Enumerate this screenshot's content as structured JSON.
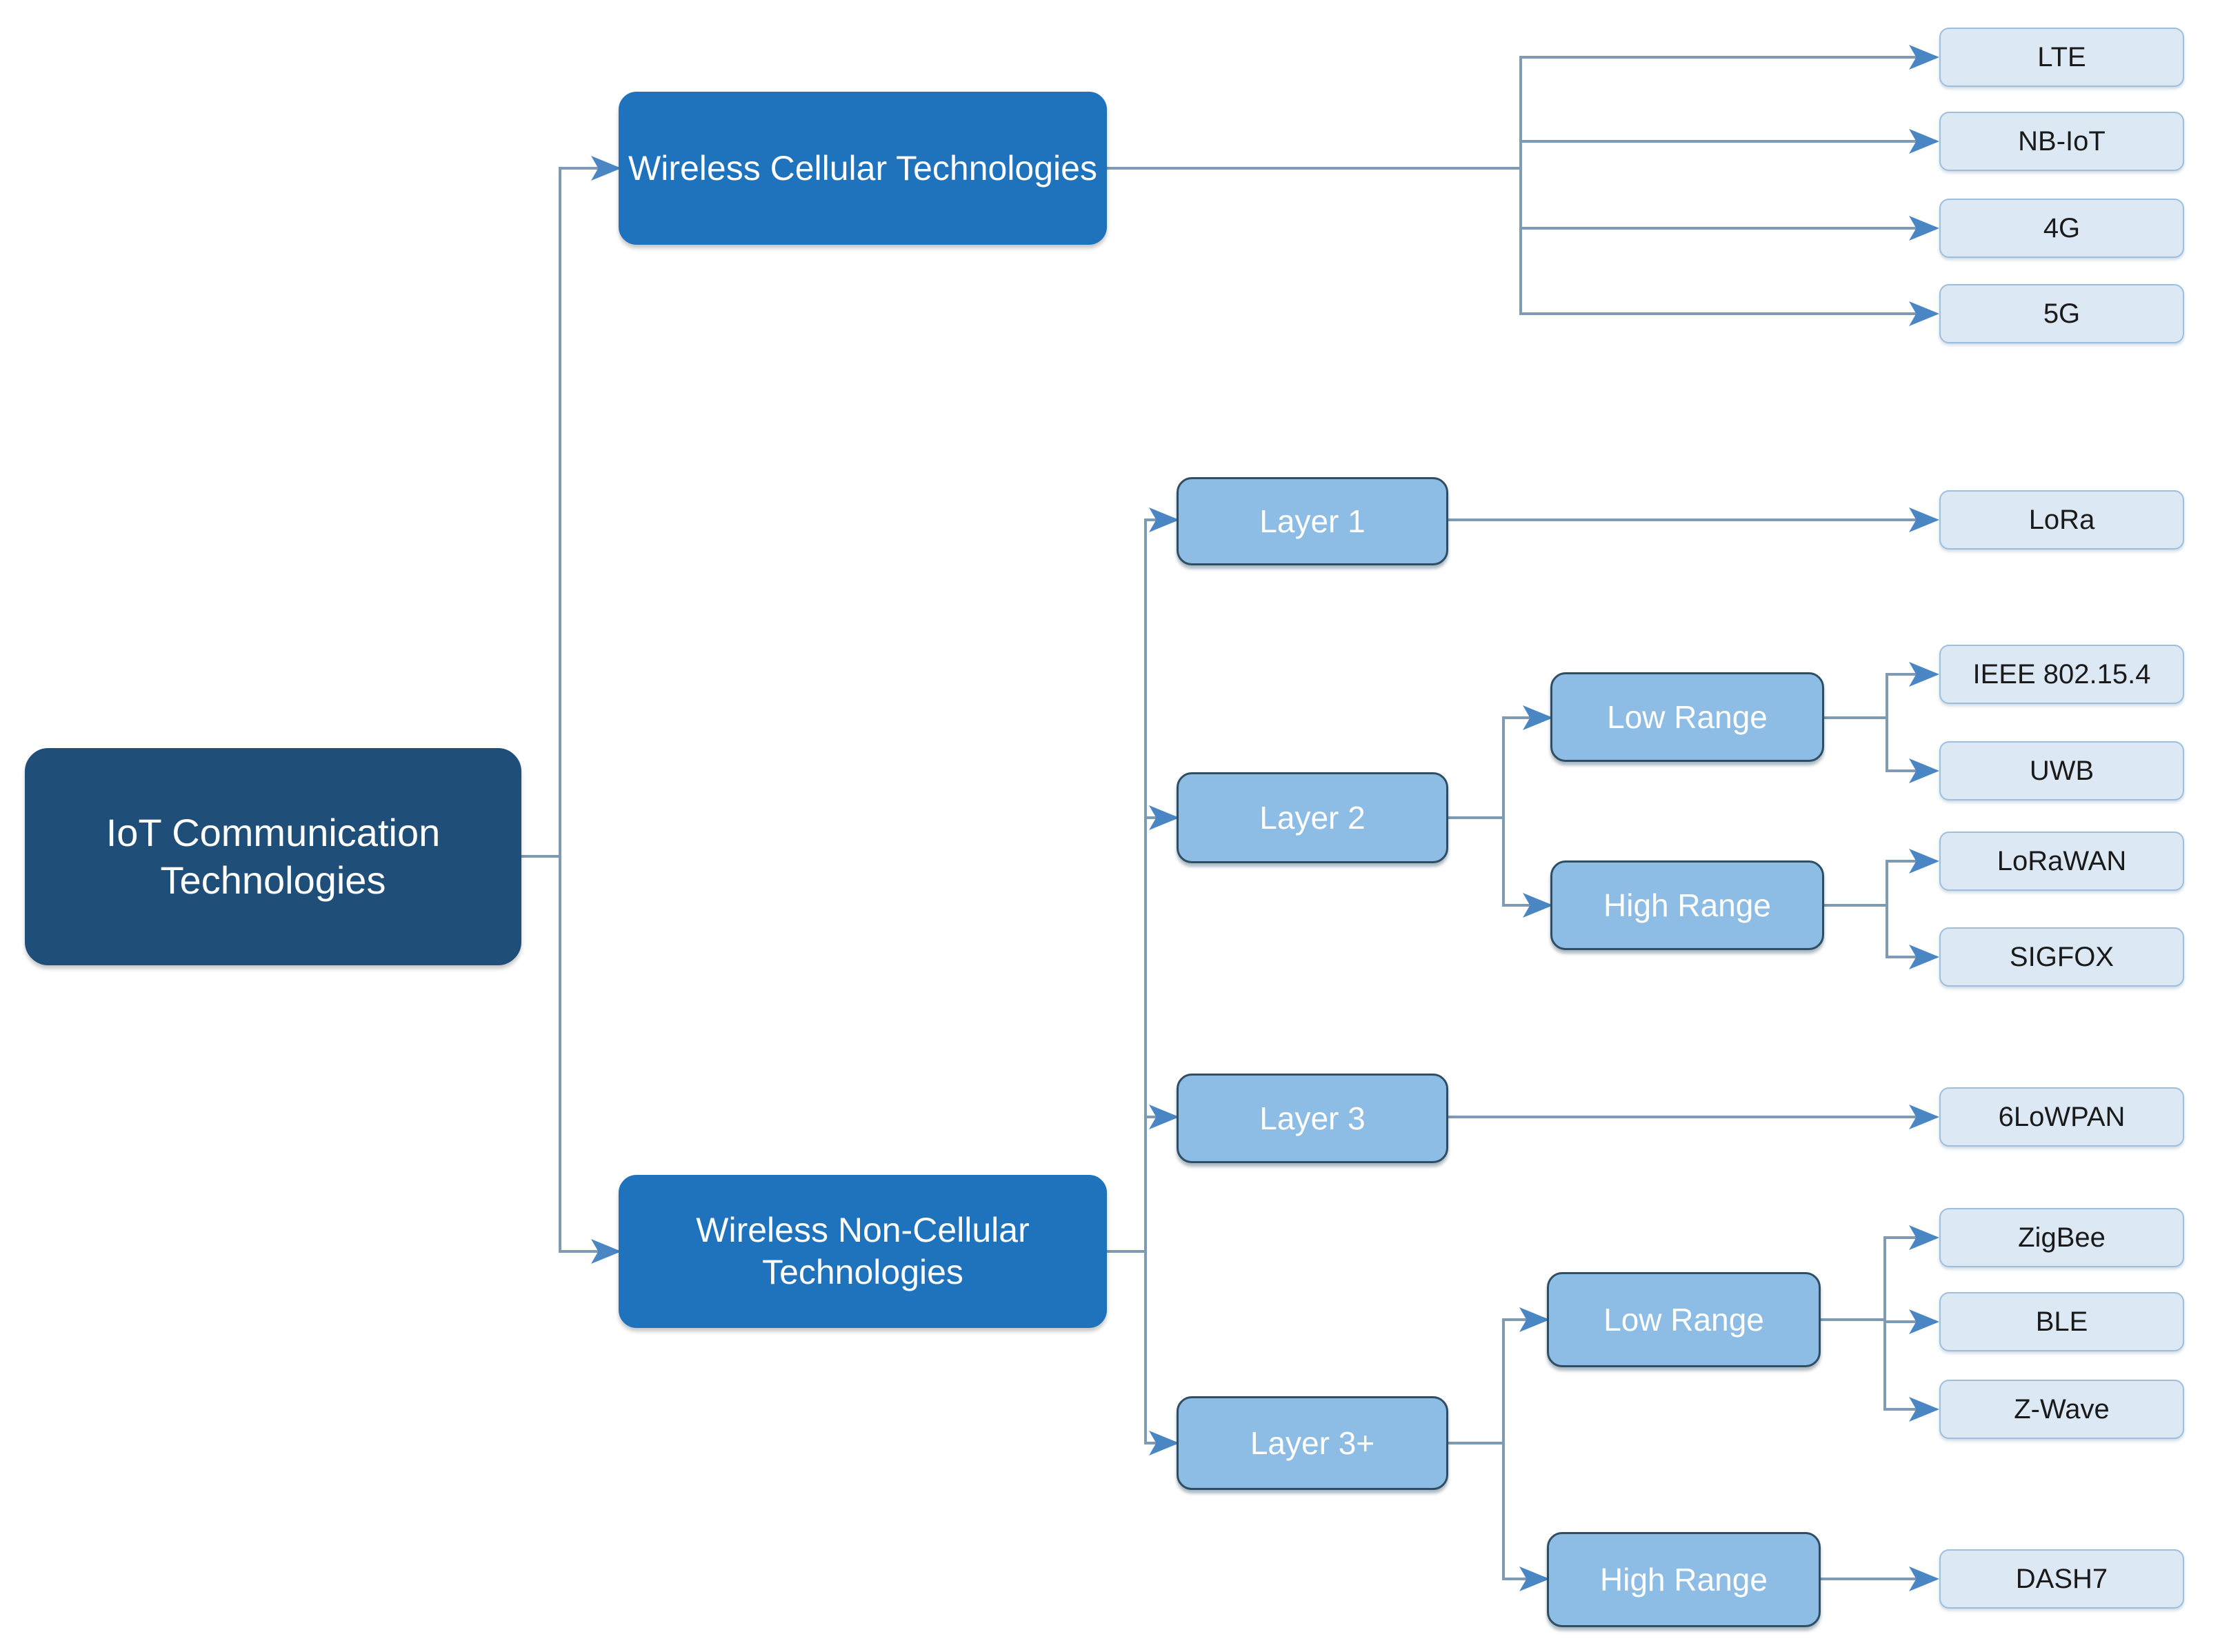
{
  "diagram": {
    "title": "IoT Communication Technologies taxonomy",
    "type": "tree",
    "colors": {
      "root_fill": "#1F4E79",
      "category_fill": "#1F72BC",
      "mid_fill": "#8DBCE4",
      "mid_border": "#2F4E63",
      "leaf_fill": "#DCE8F4",
      "leaf_border": "#9DBFDD",
      "connector": "#7F9BB3",
      "background": "#FFFFFF"
    },
    "nodes": {
      "root": {
        "label": "IoT Communication Technologies"
      },
      "cellular": {
        "label": "Wireless Cellular Technologies"
      },
      "noncellular": {
        "label": "Wireless Non-Cellular Technologies"
      },
      "layer1": {
        "label": "Layer 1"
      },
      "layer2": {
        "label": "Layer 2"
      },
      "layer3": {
        "label": "Layer 3"
      },
      "layer3plus": {
        "label": "Layer 3+"
      },
      "l2_low": {
        "label": "Low Range"
      },
      "l2_high": {
        "label": "High Range"
      },
      "l3p_low": {
        "label": "Low Range"
      },
      "l3p_high": {
        "label": "High Range"
      },
      "lte": {
        "label": "LTE"
      },
      "nbiot": {
        "label": "NB-IoT"
      },
      "g4": {
        "label": "4G"
      },
      "g5": {
        "label": "5G"
      },
      "lora": {
        "label": "LoRa"
      },
      "ieee": {
        "label": "IEEE 802.15.4"
      },
      "uwb": {
        "label": "UWB"
      },
      "lorawan": {
        "label": "LoRaWAN"
      },
      "sigfox": {
        "label": "SIGFOX"
      },
      "sixlowpan": {
        "label": "6LoWPAN"
      },
      "zigbee": {
        "label": "ZigBee"
      },
      "ble": {
        "label": "BLE"
      },
      "zwave": {
        "label": "Z-Wave"
      },
      "dash7": {
        "label": "DASH7"
      }
    },
    "edges": [
      {
        "from": "root",
        "to": "cellular"
      },
      {
        "from": "root",
        "to": "noncellular"
      },
      {
        "from": "cellular",
        "to": "lte"
      },
      {
        "from": "cellular",
        "to": "nbiot"
      },
      {
        "from": "cellular",
        "to": "g4"
      },
      {
        "from": "cellular",
        "to": "g5"
      },
      {
        "from": "noncellular",
        "to": "layer1"
      },
      {
        "from": "noncellular",
        "to": "layer2"
      },
      {
        "from": "noncellular",
        "to": "layer3"
      },
      {
        "from": "noncellular",
        "to": "layer3plus"
      },
      {
        "from": "layer1",
        "to": "lora"
      },
      {
        "from": "layer2",
        "to": "l2_low"
      },
      {
        "from": "layer2",
        "to": "l2_high"
      },
      {
        "from": "l2_low",
        "to": "ieee"
      },
      {
        "from": "l2_low",
        "to": "uwb"
      },
      {
        "from": "l2_high",
        "to": "lorawan"
      },
      {
        "from": "l2_high",
        "to": "sigfox"
      },
      {
        "from": "layer3",
        "to": "sixlowpan"
      },
      {
        "from": "layer3plus",
        "to": "l3p_low"
      },
      {
        "from": "layer3plus",
        "to": "l3p_high"
      },
      {
        "from": "l3p_low",
        "to": "zigbee"
      },
      {
        "from": "l3p_low",
        "to": "ble"
      },
      {
        "from": "l3p_low",
        "to": "zwave"
      },
      {
        "from": "l3p_high",
        "to": "dash7"
      }
    ]
  }
}
